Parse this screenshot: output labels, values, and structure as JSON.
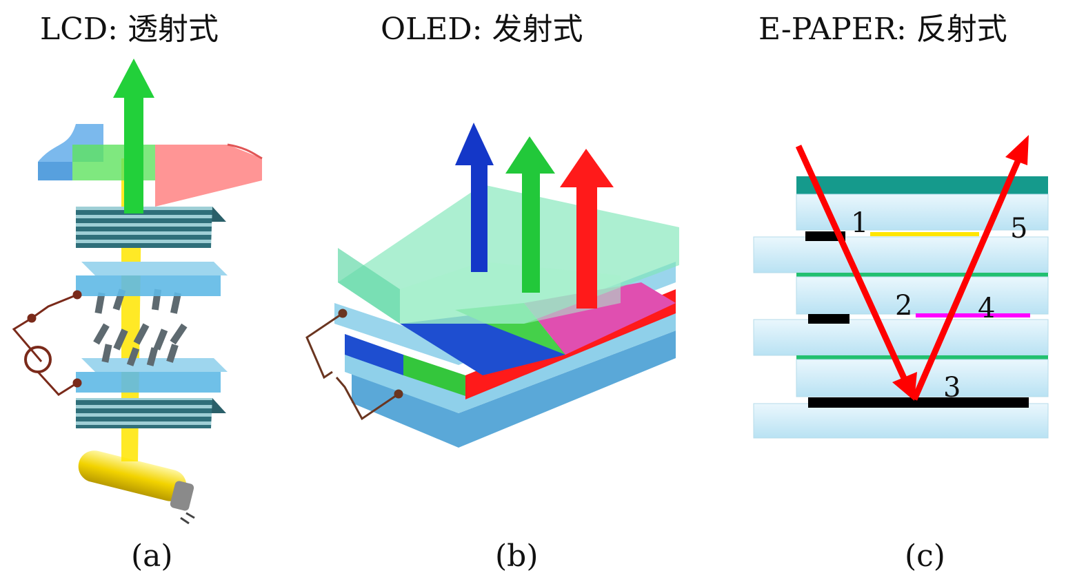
{
  "panels": {
    "a": {
      "title": "LCD: 透射式",
      "caption": "(a)"
    },
    "b": {
      "title": "OLED: 发射式",
      "caption": "(b)"
    },
    "c": {
      "title": "E-PAPER: 反射式",
      "caption": "(c)",
      "labels": [
        "1",
        "2",
        "3",
        "4",
        "5"
      ]
    }
  },
  "colors": {
    "red": "#ff0000",
    "green": "#22c040",
    "blue": "#1a3fd6",
    "yellow": "#ffe500",
    "magenta": "#ff00ff",
    "teal": "#159a8c",
    "glass": "#bfe6f7"
  }
}
